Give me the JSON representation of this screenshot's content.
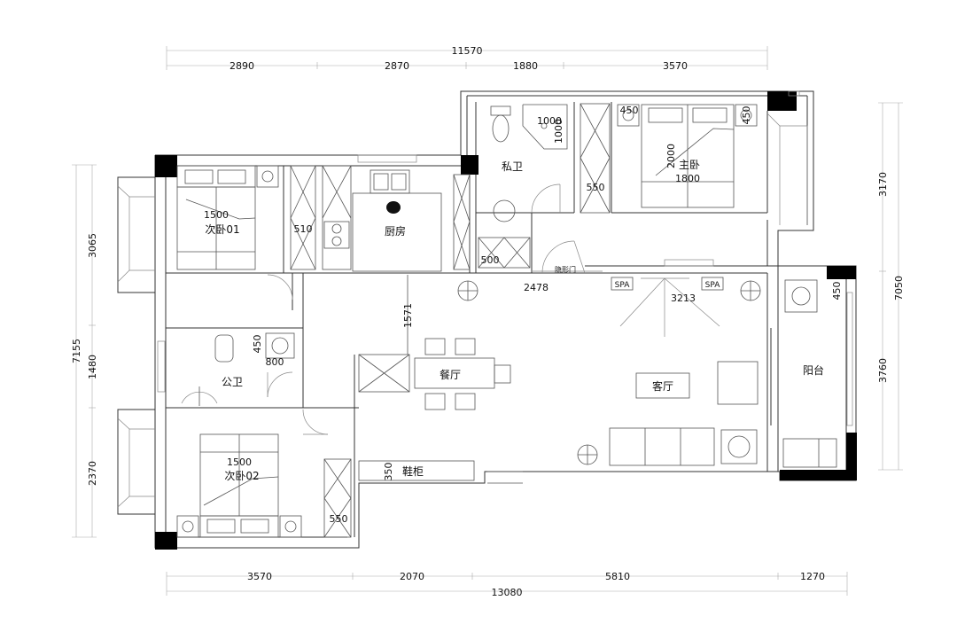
{
  "dimensions": {
    "top_total": "11570",
    "top_segments": [
      "2890",
      "2870",
      "1880",
      "3570"
    ],
    "bottom_segments": [
      "3570",
      "2070",
      "5810",
      "1270"
    ],
    "bottom_total": "13080",
    "left_total": "7155",
    "left_segments": [
      "3065",
      "1480",
      "2370"
    ],
    "right_total": "7050",
    "right_segments": [
      "3170",
      "3760"
    ]
  },
  "rooms": {
    "bedroom2": "次卧01",
    "kitchen": "厨房",
    "private_bath": "私卫",
    "master": "主卧",
    "public_bath": "公卫",
    "dining": "餐厅",
    "living": "客厅",
    "balcony": "阳台",
    "bedroom3": "次卧02",
    "shoe_cabinet": "鞋柜",
    "sliding_door": "隐形门"
  },
  "labels": {
    "bed1_width": "1500",
    "bed3_width": "1500",
    "master_bed_w": "1800",
    "master_bed_l": "2000",
    "kitchen_cab": "510",
    "wardrobe_kitchen": "500",
    "shower_w": "1000",
    "shower_h": "1000",
    "master_wardrobe": "550",
    "nightstand": "450",
    "nightstand2": "450",
    "corridor": "2478",
    "ceiling": "3213",
    "dining_gap": "1571",
    "washer": "450",
    "bath_basin": "450",
    "bath_w": "800",
    "shoe_depth": "350",
    "bed3_wardrobe": "550",
    "spa_left": "SPA",
    "spa_right": "SPA"
  }
}
